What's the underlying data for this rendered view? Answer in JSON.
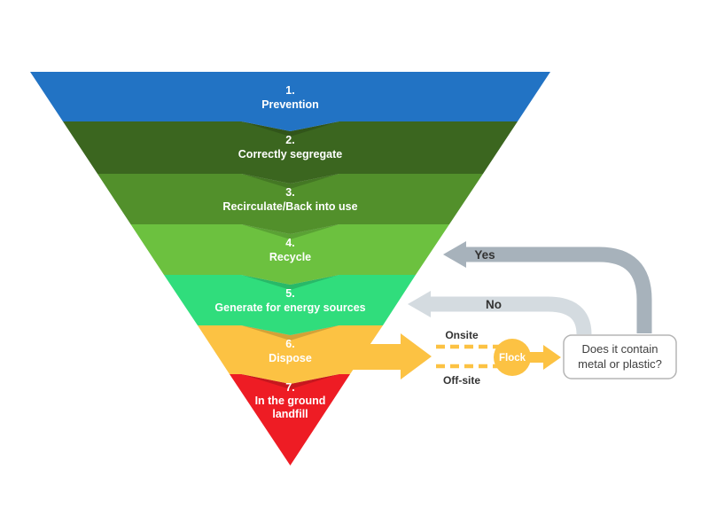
{
  "diagram_title": "Waste hierarchy inverted pyramid",
  "pyramid": {
    "text_color": "#ffffff",
    "levels": [
      {
        "num": "1.",
        "label": "Prevention",
        "color": "#2273c4"
      },
      {
        "num": "2.",
        "label": "Correctly segregate",
        "color": "#3b661f"
      },
      {
        "num": "3.",
        "label": "Recirculate/Back into use",
        "color": "#52902b"
      },
      {
        "num": "4.",
        "label": "Recycle",
        "color": "#6cc13f"
      },
      {
        "num": "5.",
        "label": "Generate for energy sources",
        "color": "#30dd7c"
      },
      {
        "num": "6.",
        "label": "Dispose",
        "color": "#fcc243"
      },
      {
        "num": "7.",
        "label": "In the ground landfill",
        "label_line1": "In the ground",
        "label_line2": "landfill",
        "color": "#ee1c24"
      }
    ]
  },
  "flow": {
    "yes_label": "Yes",
    "no_label": "No",
    "yes_arrow_color": "#a7b2bb",
    "no_arrow_color": "#d4dbe0",
    "label_color": "#333333",
    "route_color": "#fcc243",
    "onsite_label": "Onsite",
    "offsite_label": "Off-site",
    "flock_label": "Flock",
    "flock_text_color": "#ffffff",
    "question_line1": "Does it contain",
    "question_line2": "metal or plastic?",
    "question_text_color": "#3f3f3f",
    "question_box_border": "#b5b5b5",
    "question_box_fill": "#ffffff"
  }
}
